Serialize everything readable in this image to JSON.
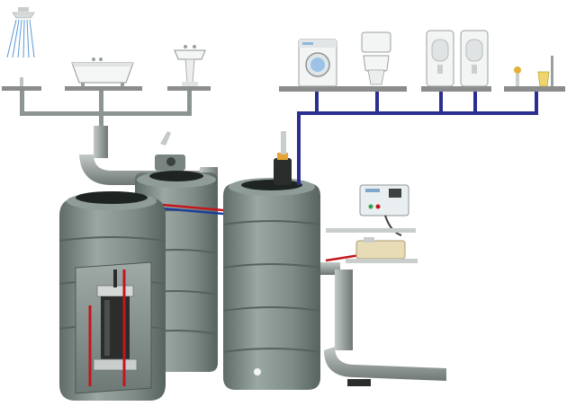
{
  "colors": {
    "background": "#ffffff",
    "tank_body": "#7e8c88",
    "tank_light": "#a3b0ac",
    "tank_dark": "#56625e",
    "tank_lid": "#1e2422",
    "greywater_pipe": "#8d9592",
    "service_pipe": "#2b2f8f",
    "hot_line": "#c4161c",
    "cold_line": "#1e3f9c",
    "shelf": "#7c7f7e",
    "fixture_white": "#f3f4f4",
    "pump_dark": "#2a2d2c",
    "control_box": "#e9eef0"
  },
  "scene": {
    "greywater_sources": [
      {
        "name": "shower-icon"
      },
      {
        "name": "bathtub-icon"
      },
      {
        "name": "washbasin-icon"
      }
    ],
    "service_fixtures": [
      {
        "name": "washing-machine-icon"
      },
      {
        "name": "toilet-icon"
      },
      {
        "name": "urinal-icon"
      },
      {
        "name": "urinal-icon"
      },
      {
        "name": "garden-tap-icon"
      }
    ],
    "components": [
      {
        "name": "filter-tank"
      },
      {
        "name": "treatment-tank-with-pump"
      },
      {
        "name": "storage-tank"
      },
      {
        "name": "control-unit"
      },
      {
        "name": "power-supply-unit"
      },
      {
        "name": "overflow-drain-pipe"
      }
    ]
  }
}
